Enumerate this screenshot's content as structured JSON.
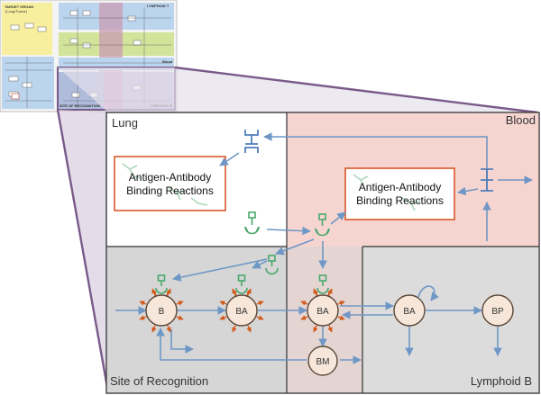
{
  "thumbnail": {
    "target_organ_title": "TARGET ORGAN",
    "target_organ_subtitle": "(Lung/Tumor)",
    "lymphoid_t": "LYMPHOID T",
    "blood": "Blood",
    "site_of_recognition": "SITE OF RECOGNITION",
    "lymphoid_b": "LYMPHOID B"
  },
  "regions": {
    "lung": "Lung",
    "blood": "Blood",
    "site_of_recognition": "Site of Recognition",
    "lymphoid_b": "Lymphoid B"
  },
  "boxes": {
    "lung_box_line1": "Antigen-Antibody",
    "lung_box_line2": "Binding Reactions",
    "blood_box_line1": "Antigen-Antibody",
    "blood_box_line2": "Binding Reactions"
  },
  "nodes": {
    "b": "B",
    "ba1": "BA",
    "ba2": "BA",
    "bm": "BM",
    "ba3": "BA",
    "bp": "BP"
  },
  "colors": {
    "blood_bg": "#f6d5d1",
    "recognition_bg": "#d6d6d6",
    "lymphoid_bg": "#dcdcdc",
    "box_border": "#d8582a",
    "edge": "#6f97c6",
    "antibody_green": "#4aa86a",
    "receptor_orange": "#d45a1c",
    "zoom_purple": "#7a5a8a"
  }
}
